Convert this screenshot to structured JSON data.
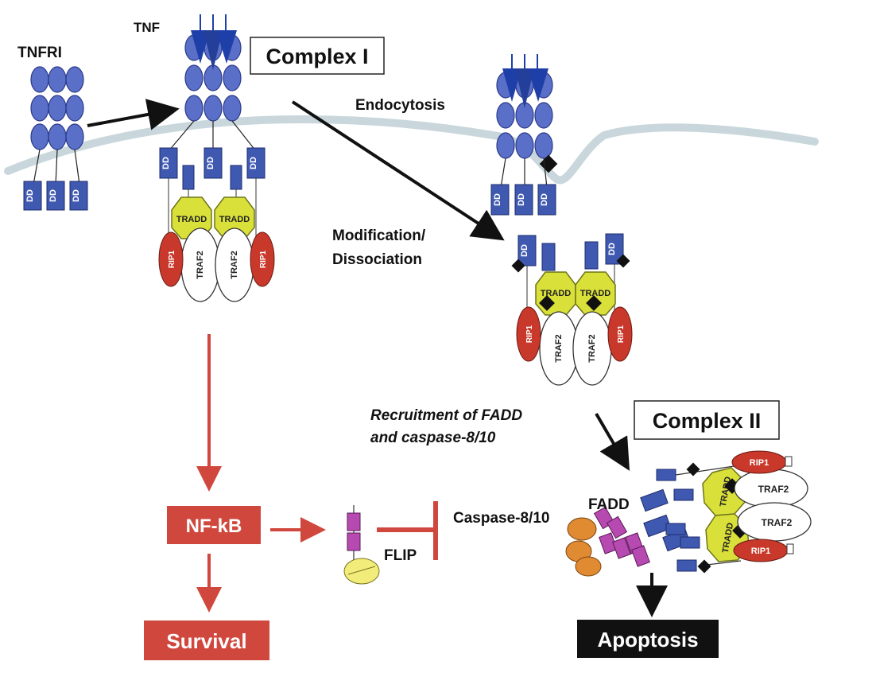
{
  "labels": {
    "tnfri": "TNFRI",
    "tnf": "TNF",
    "complex1": "Complex I",
    "endocytosis": "Endocytosis",
    "modification_1": "Modification/",
    "modification_2": "Dissociation",
    "recruitment_1": "Recruitment of FADD",
    "recruitment_2": "and caspase-8/10",
    "complex2": "Complex II",
    "fadd": "FADD",
    "nfkb": "NF-kB",
    "flip": "FLIP",
    "caspase": "Caspase-8/10",
    "survival": "Survival",
    "apoptosis": "Apoptosis"
  },
  "protein_labels": {
    "dd": "DD",
    "tradd": "TRADD",
    "traf2": "TRAF2",
    "rip1": "RIP1"
  },
  "colors": {
    "receptor_fill": "#5a6fc7",
    "receptor_stroke": "#2b3a8a",
    "tnf_fill": "#1f3fa8",
    "membrane": "#c9d7dc",
    "tradd_fill": "#d9e03a",
    "rip1_fill": "#c8392b",
    "dd_fill": "#3f58b0",
    "survival_red": "#d0473d",
    "apoptosis_black": "#111111",
    "arrow_red": "#d0473d",
    "fadd_magenta": "#b64ab0",
    "caspase_orange": "#e08a32",
    "flip_yellow": "#f2ec7a"
  }
}
